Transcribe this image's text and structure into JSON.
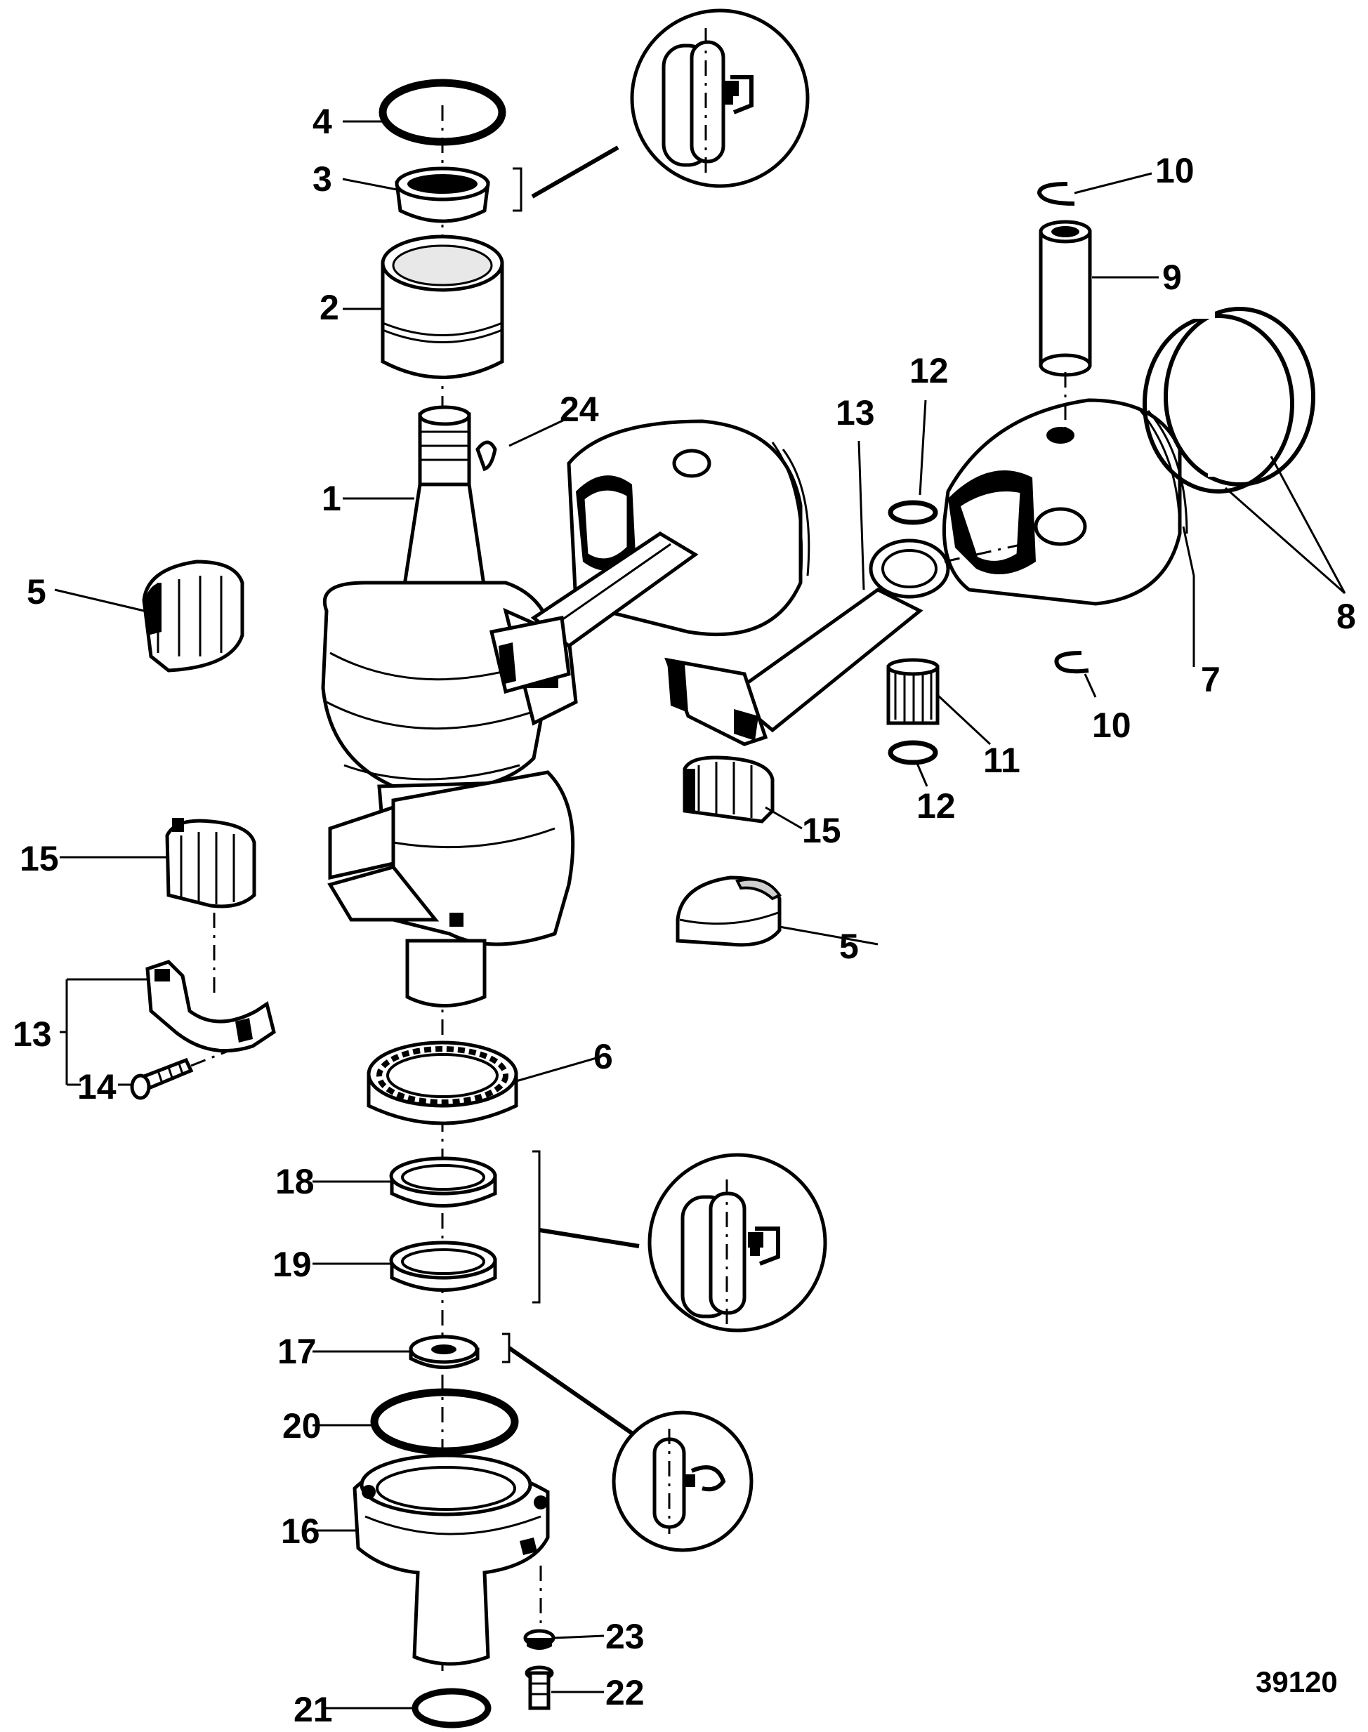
{
  "callouts": {
    "c1": "1",
    "c2": "2",
    "c3": "3",
    "c4": "4",
    "c5a": "5",
    "c5b": "5",
    "c6": "6",
    "c7": "7",
    "c8": "8",
    "c9": "9",
    "c10a": "10",
    "c10b": "10",
    "c11": "11",
    "c12a": "12",
    "c12b": "12",
    "c13a": "13",
    "c13b": "13",
    "c14": "14",
    "c15a": "15",
    "c15b": "15",
    "c16": "16",
    "c17": "17",
    "c18": "18",
    "c19": "19",
    "c20": "20",
    "c21": "21",
    "c22": "22",
    "c23": "23",
    "c24": "24"
  },
  "figure_ref": "39120"
}
